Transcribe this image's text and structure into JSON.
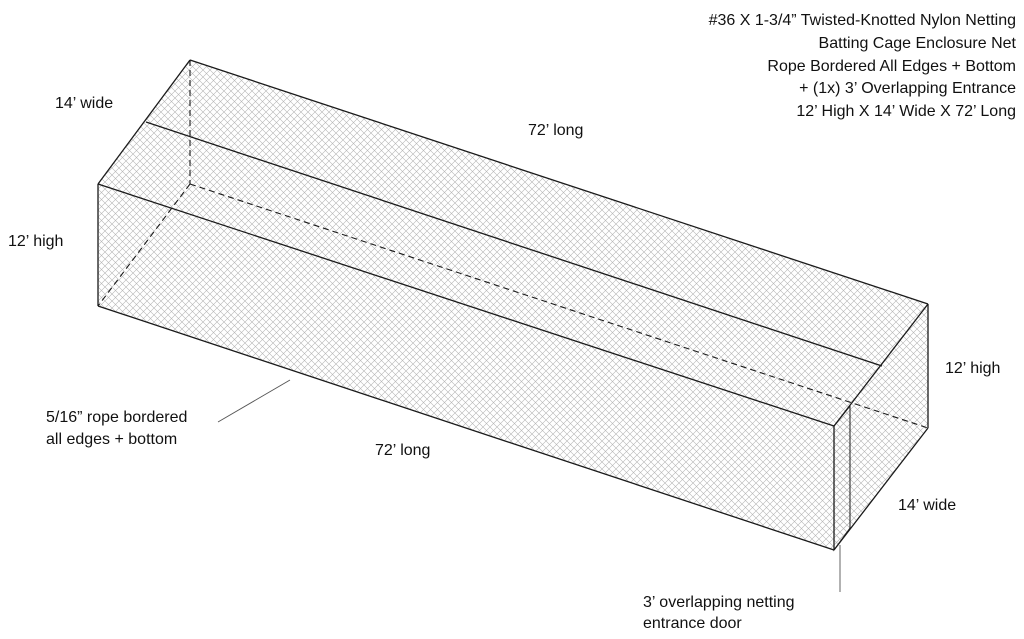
{
  "specs": [
    "#36 X 1-3/4” Twisted-Knotted Nylon Netting",
    "Batting Cage Enclosure Net",
    "Rope Bordered All Edges + Bottom",
    "+ (1x) 3’ Overlapping Entrance",
    "12’ High X 14’ Wide X 72’ Long"
  ],
  "labels": {
    "left_width": "14’ wide",
    "left_height": "12’ high",
    "top_length": "72’ long",
    "bottom_length": "72’ long",
    "right_height": "12’ high",
    "right_width": "14’ wide",
    "rope_line1": "5/16” rope bordered",
    "rope_line2": "all edges + bottom",
    "door_line1": "3’ overlapping netting",
    "door_line2": "entrance door"
  },
  "colors": {
    "line": "#1a1a1a",
    "netting": "#b5b5b5",
    "background": "#ffffff"
  }
}
